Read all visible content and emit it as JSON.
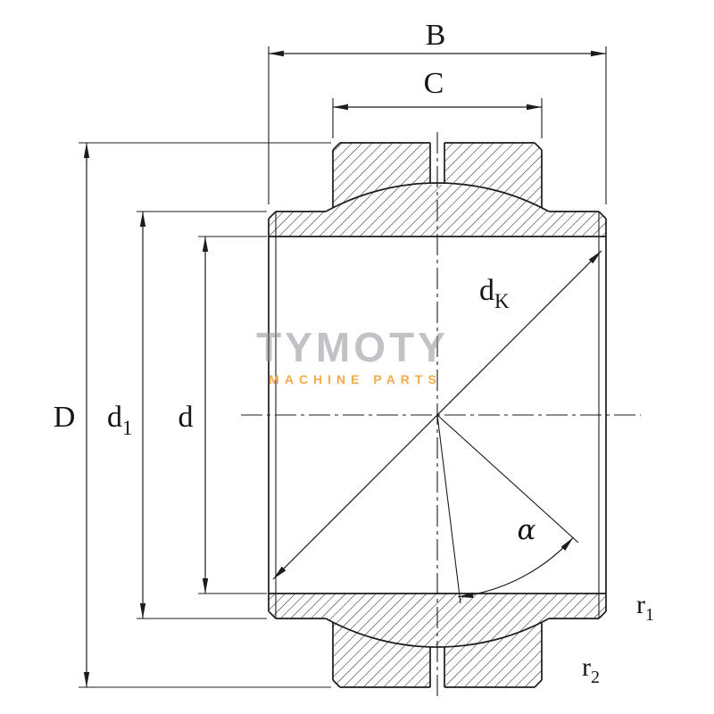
{
  "drawing": {
    "background": "#ffffff",
    "line_color": "#1c1c1c",
    "hatch_color": "#2b2b2b"
  },
  "watermark": {
    "title": "TYMOTY",
    "subtitle": "MACHINE PARTS",
    "title_color": "#8e9298",
    "subtitle_color": "#f1a33a"
  },
  "labels": {
    "B": "B",
    "C": "C",
    "D": "D",
    "d1": {
      "main": "d",
      "sub": "1"
    },
    "d": "d",
    "dK": {
      "main": "d",
      "sub": "K"
    },
    "alpha": "α",
    "r1": {
      "main": "r",
      "sub": "1"
    },
    "r2": {
      "main": "r",
      "sub": "2"
    }
  }
}
